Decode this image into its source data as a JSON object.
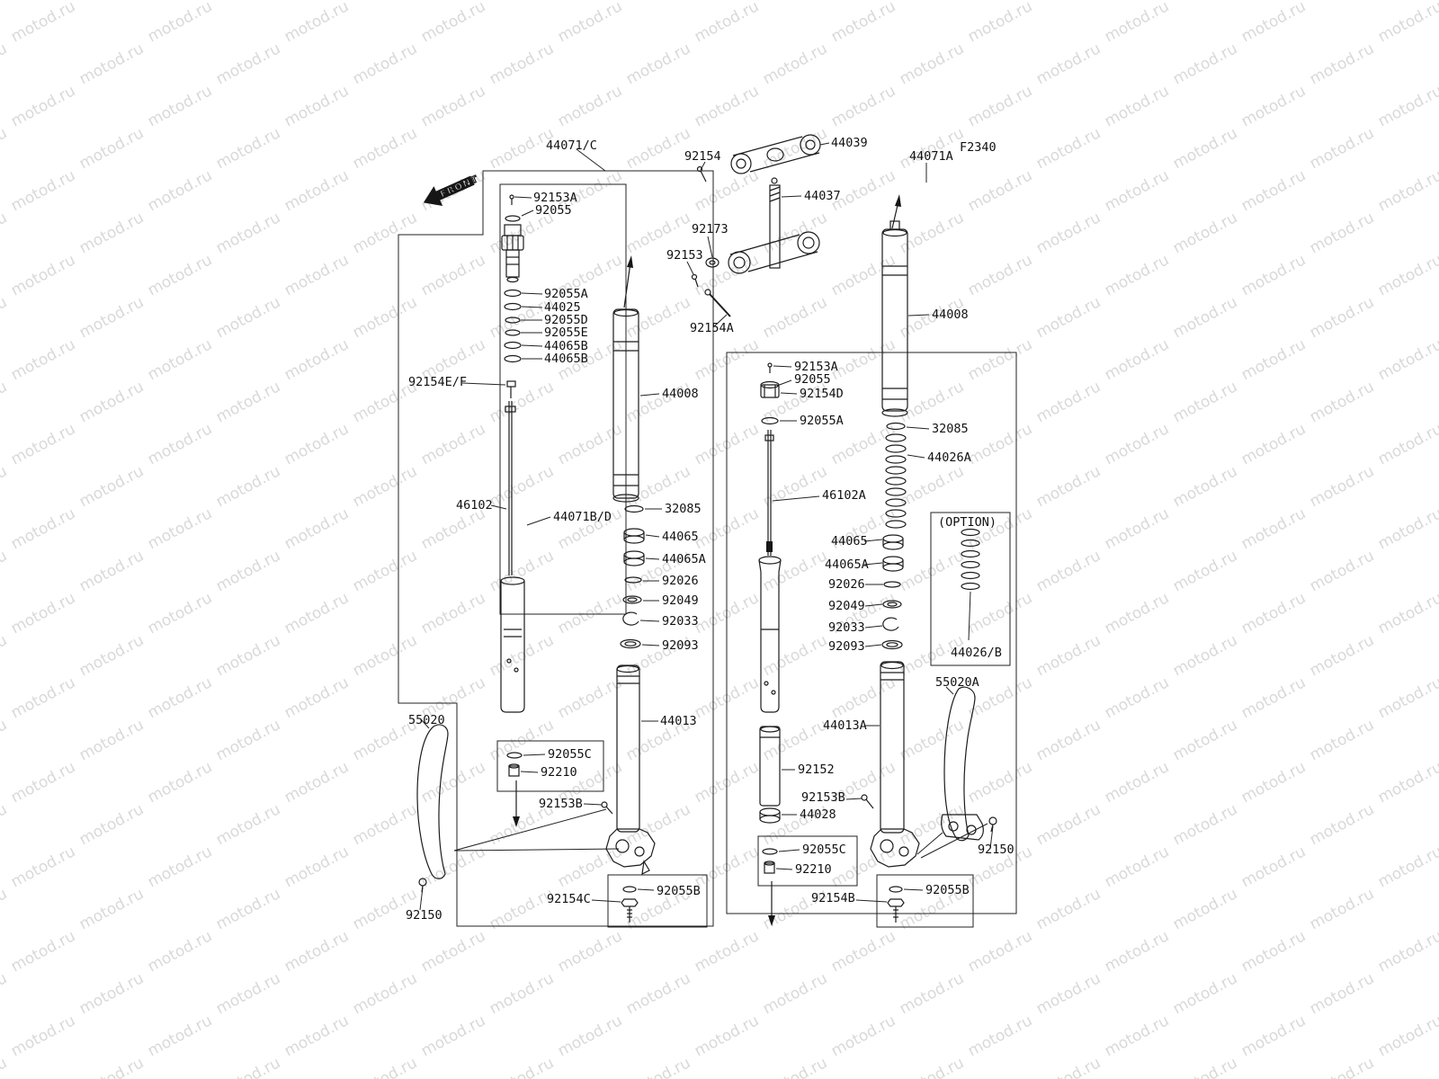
{
  "watermark": {
    "text": "motod.ru"
  },
  "labels": {
    "front": "FRONT",
    "option": "(OPTION)",
    "f2340": "F2340",
    "p44071c": "44071/C",
    "p92154": "92154",
    "p44039": "44039",
    "p44071a": "44071A",
    "p92153a_l": "92153A",
    "p92055_l": "92055",
    "p44037": "44037",
    "p92173": "92173",
    "p92153": "92153",
    "p92055a_l": "92055A",
    "p44025": "44025",
    "p92055d": "92055D",
    "p92055e": "92055E",
    "p44065b_1": "44065B",
    "p44065b_2": "44065B",
    "p44008_r": "44008",
    "p92154a": "92154A",
    "p92153a_r": "92153A",
    "p92055_r": "92055",
    "p92154d": "92154D",
    "p92154ef": "92154E/F",
    "p44008_l": "44008",
    "p92055a_r": "92055A",
    "p32085_r": "32085",
    "p44026a": "44026A",
    "p46102": "46102",
    "p44071bd": "44071B/D",
    "p32085_l": "32085",
    "p46102a": "46102A",
    "p44065_l": "44065",
    "p44065a_l": "44065A",
    "p44065_r": "44065",
    "p44065a_r": "44065A",
    "p92026_l": "92026",
    "p92026_r": "92026",
    "p92049_l": "92049",
    "p92049_r": "92049",
    "p92033_l": "92033",
    "p92033_r": "92033",
    "p92093_l": "92093",
    "p92093_r": "92093",
    "p44026b": "44026/B",
    "p55020a": "55020A",
    "p55020": "55020",
    "p44013": "44013",
    "p44013a": "44013A",
    "p92055c_l": "92055C",
    "p92152": "92152",
    "p92210_l": "92210",
    "p92153b_l": "92153B",
    "p92153b_r": "92153B",
    "p44028": "44028",
    "p92055c_r": "92055C",
    "p92150_r": "92150",
    "p92210_r": "92210",
    "p92055b_l": "92055B",
    "p92055b_r": "92055B",
    "p92154c": "92154C",
    "p92154b": "92154B",
    "p92150_l": "92150"
  }
}
